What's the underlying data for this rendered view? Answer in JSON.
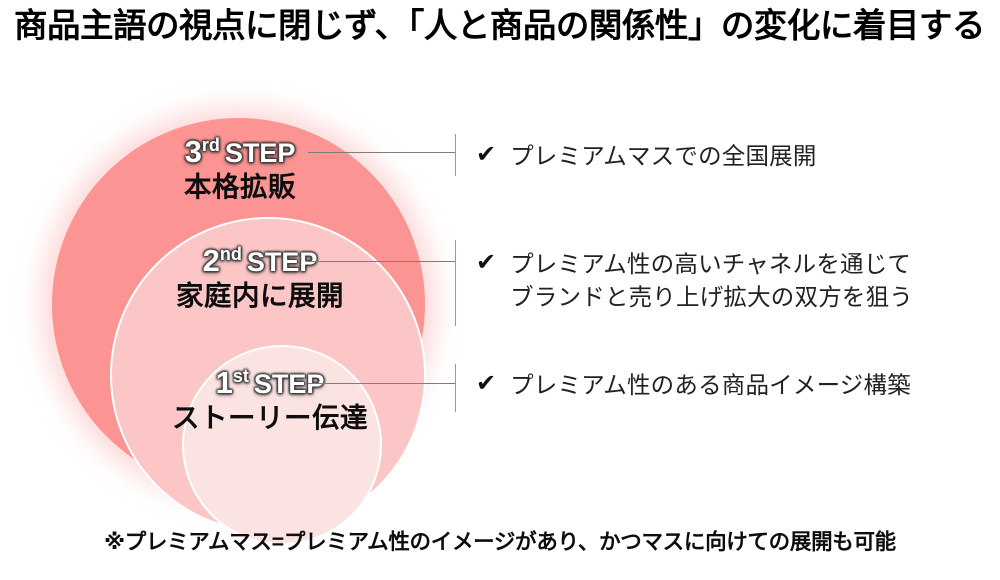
{
  "title": "商品主語の視点に閉じず、「人と商品の関係性」の変化に着目する",
  "steps": [
    {
      "number": "3",
      "ordinal": "rd",
      "label": "STEP",
      "jp": "本格拡販"
    },
    {
      "number": "2",
      "ordinal": "nd",
      "label": "STEP",
      "jp": "家庭内に展開"
    },
    {
      "number": "1",
      "ordinal": "st",
      "label": "STEP",
      "jp": "ストーリー伝達"
    }
  ],
  "bullets": [
    {
      "check": "✔",
      "text": "プレミアムマスでの全国展開"
    },
    {
      "check": "✔",
      "text": "プレミアム性の高いチャネルを通じて\nブランドと売り上げ拡大の双方を狙う"
    },
    {
      "check": "✔",
      "text": "プレミアム性のある商品イメージ構築"
    }
  ],
  "footnote": "※プレミアムマス=プレミアム性のイメージがあり、かつマスに向けての展開も可能",
  "colors": {
    "outer_circle": "#fb9492",
    "middle_circle": "#fcc6c6",
    "inner_circle": "#fbe3e2",
    "leader_line": "#7d7d7d",
    "text": "#0d0d0d"
  }
}
